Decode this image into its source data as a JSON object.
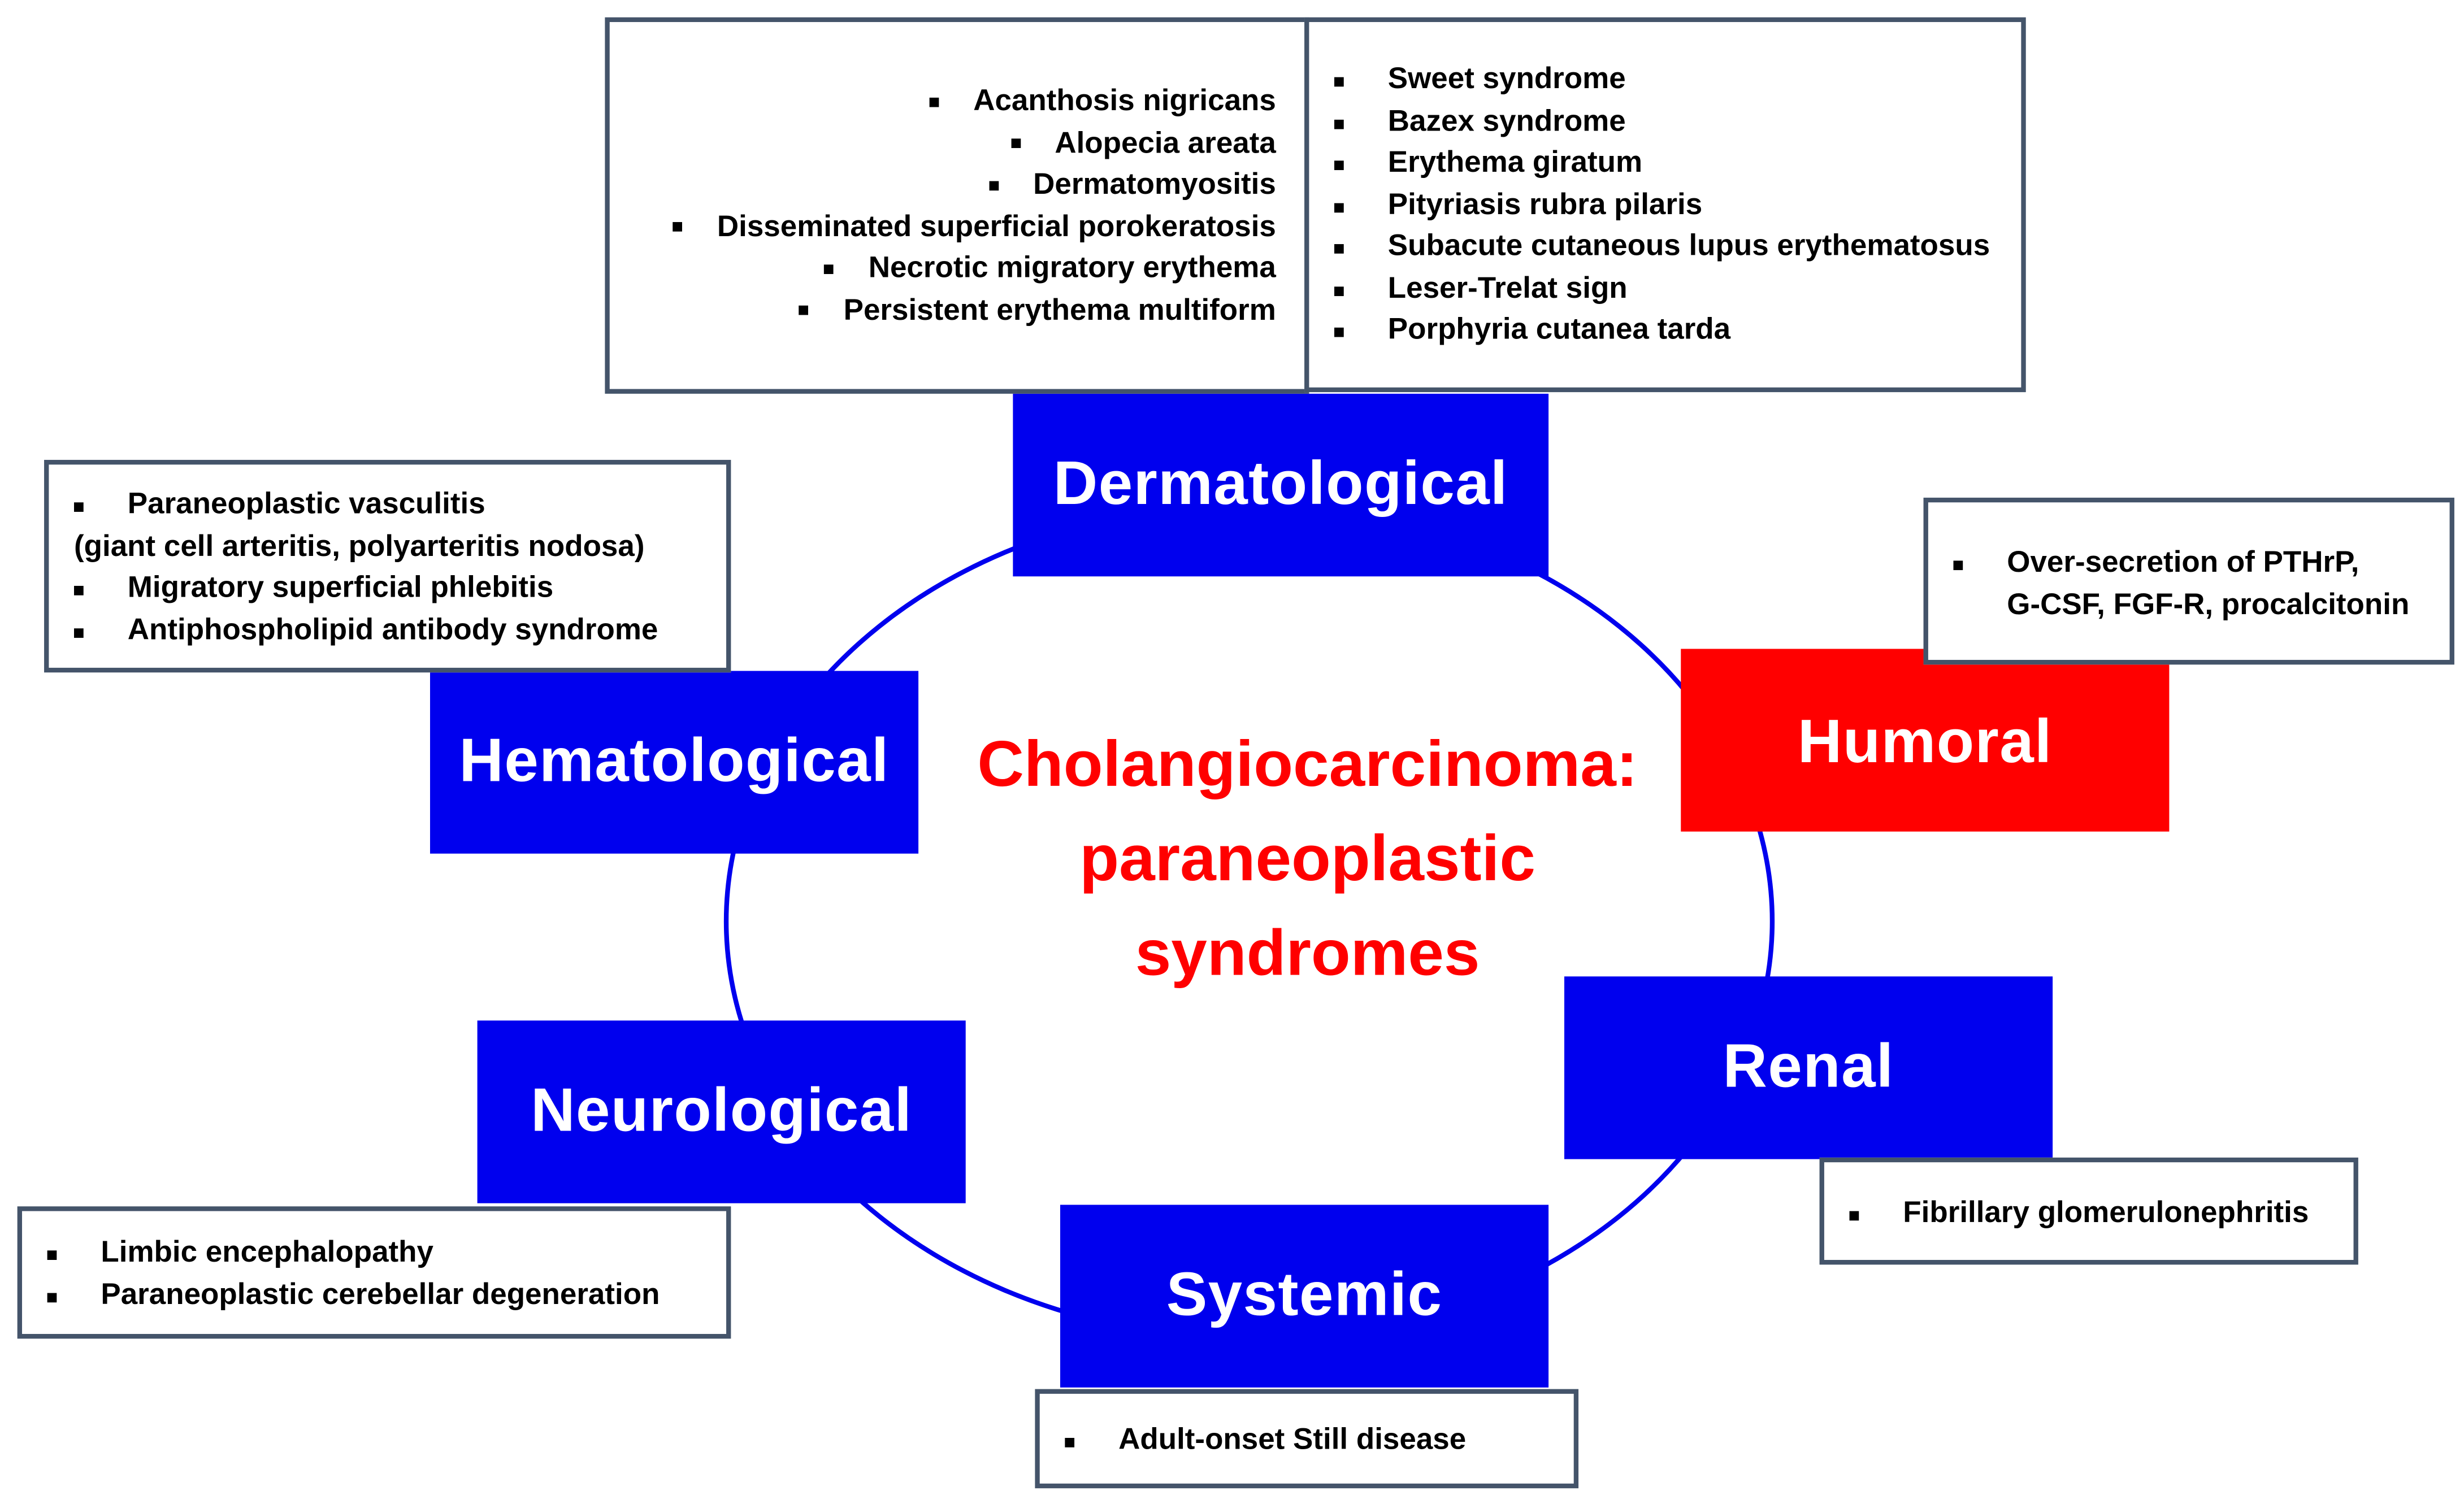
{
  "title": {
    "line1": "Cholangiocarcinoma:",
    "line2": "paraneoplastic",
    "line3": "syndromes"
  },
  "colors": {
    "ring": "#0000ee",
    "category_blue": "#0000ee",
    "category_red": "#ff0000",
    "title": "#ff0000",
    "box_border": "#44546a"
  },
  "categories": {
    "dermatological": "Dermatological",
    "humoral": "Humoral",
    "renal": "Renal",
    "systemic": "Systemic",
    "neurological": "Neurological",
    "hematological": "Hematological"
  },
  "dermatological_left": [
    "Acanthosis nigricans",
    "Alopecia areata",
    "Dermatomyositis",
    "Disseminated superficial porokeratosis",
    "Necrotic migratory erythema",
    "Persistent erythema multiform"
  ],
  "dermatological_right": [
    "Sweet syndrome",
    "Bazex syndrome",
    "Erythema giratum",
    "Pityriasis rubra pilaris",
    "Subacute cutaneous lupus erythematosus",
    "Leser-Trelat sign",
    "Porphyria cutanea tarda"
  ],
  "humoral": [
    "Over-secretion of PTHrP,",
    "G-CSF, FGF-R, procalcitonin"
  ],
  "renal": [
    "Fibrillary glomerulonephritis"
  ],
  "systemic": [
    "Adult-onset Still disease"
  ],
  "neurological": [
    "Limbic encephalopathy",
    "Paraneoplastic cerebellar degeneration"
  ],
  "hematological": [
    "Paraneoplastic vasculitis",
    "(giant cell arteritis,  polyarteritis nodosa)",
    "Migratory superficial phlebitis",
    "Antiphospholipid antibody syndrome"
  ]
}
